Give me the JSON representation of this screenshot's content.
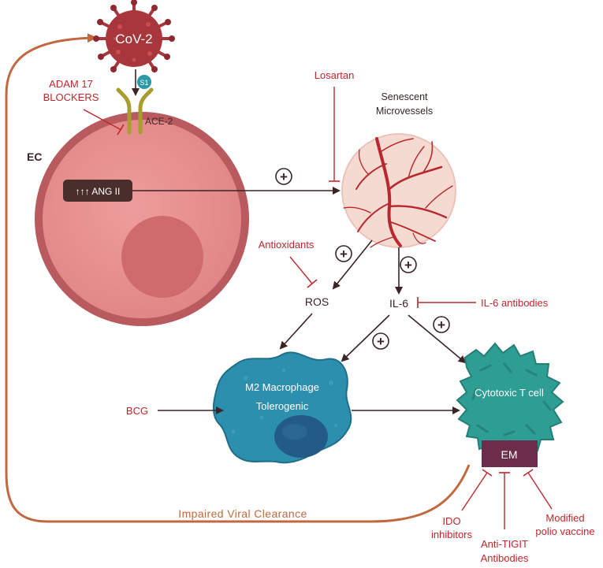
{
  "virus": {
    "label": "CoV-2",
    "spike_label": "S1"
  },
  "receptor": {
    "label": "ACE-2"
  },
  "cell": {
    "label": "EC",
    "ang_label": "↑↑↑ ANG II"
  },
  "microvessels": {
    "line1": "Senescent",
    "line2": "Microvessels"
  },
  "mediators": {
    "ros": "ROS",
    "il6": "IL-6"
  },
  "macrophage": {
    "line1": "M2 Macrophage",
    "line2": "Tolerogenic"
  },
  "tcell": {
    "label": "Cytotoxic T cell",
    "em_label": "EM"
  },
  "plus_sign": "+",
  "inhibitors": {
    "adam17_line1": "ADAM 17",
    "adam17_line2": "BLOCKERS",
    "losartan": "Losartan",
    "antioxidants": "Antioxidants",
    "il6_antibodies": "IL-6 antibodies",
    "bcg": "BCG",
    "ido_line1": "IDO",
    "ido_line2": "inhibitors",
    "tigit_line1": "Anti-TIGIT",
    "tigit_line2": "Antibodies",
    "polio_line1": "Modified",
    "polio_line2": "polio vaccine"
  },
  "feedback": {
    "label": "Impaired Viral Clearance"
  },
  "colors": {
    "dark_text": "#3b2426",
    "inhibitor_red": "#c0272d",
    "feedback_orange": "#c2683e",
    "virus": "#a8363b",
    "cell": "#e58f8f",
    "macrophage": "#2d8fae",
    "tcell": "#2e9e94",
    "em_box": "#6d2c4a"
  }
}
